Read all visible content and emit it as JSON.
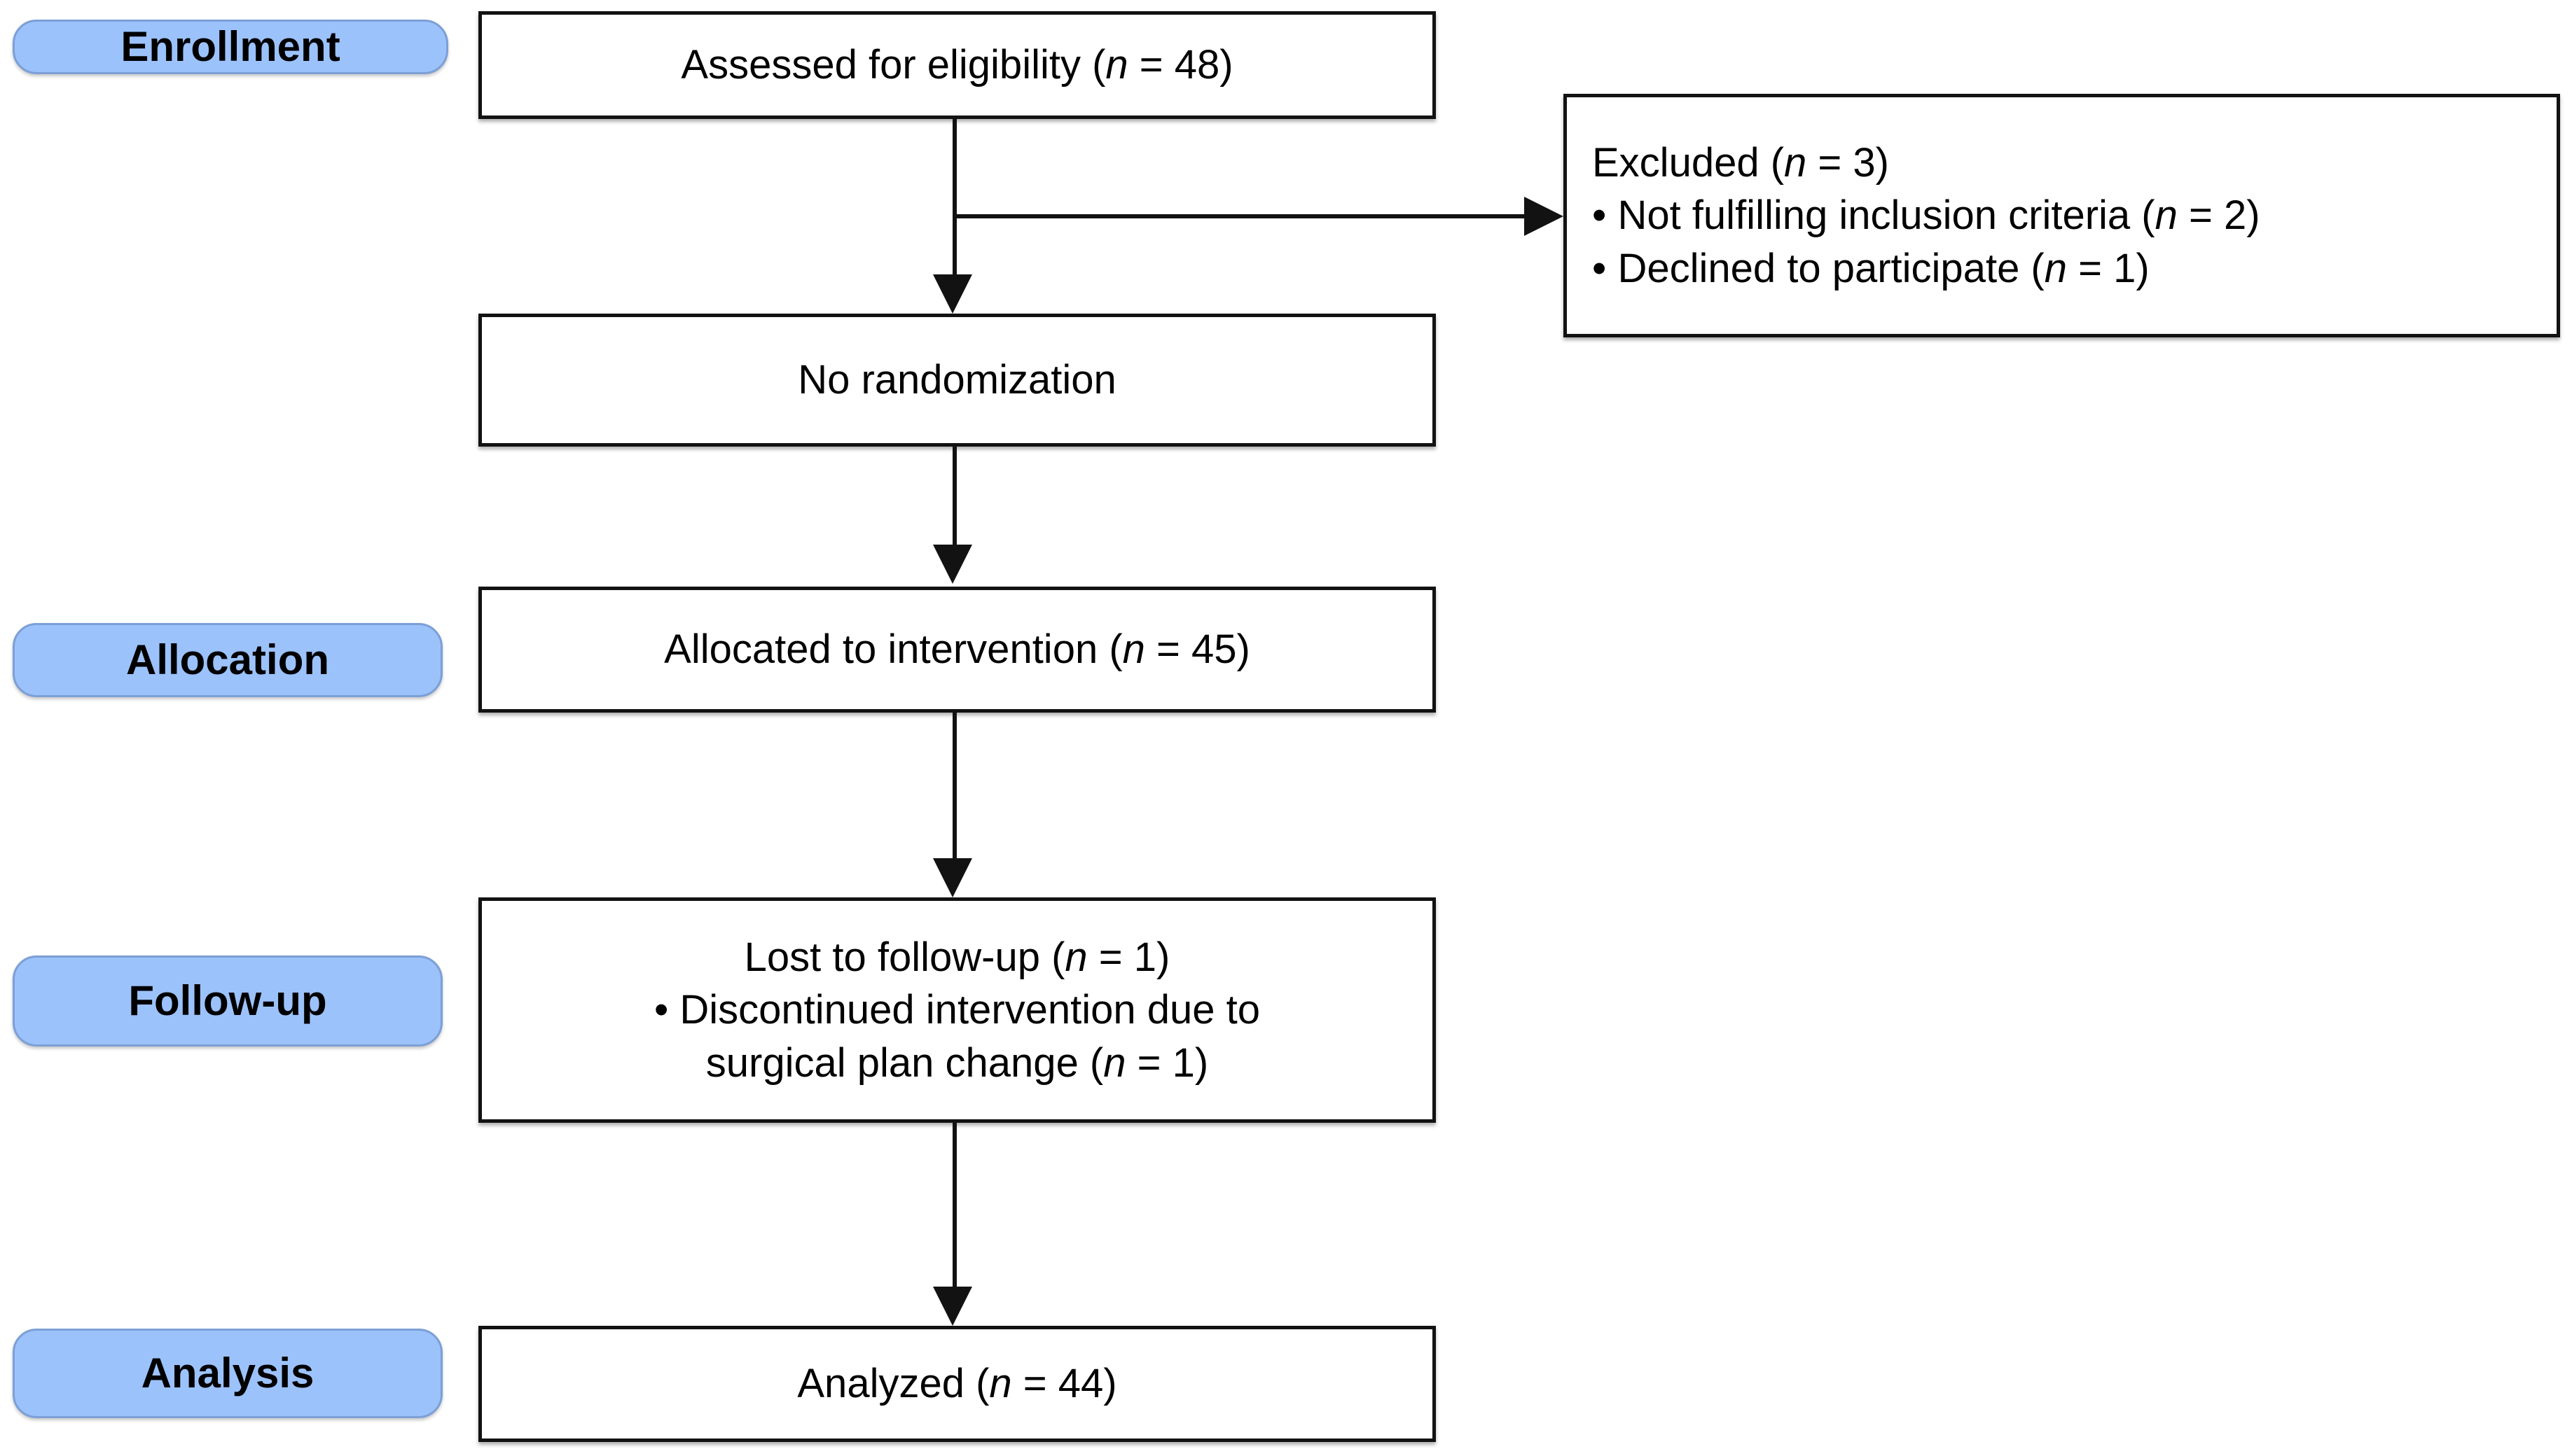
{
  "diagram": {
    "title": "CONSORT participant flow diagram",
    "type": "flowchart",
    "colors": {
      "pill_fill": "#9CC2FC",
      "pill_border": "#7C9FD6",
      "box_border": "#121212",
      "box_fill": "#FFFFFF",
      "text": "#000000",
      "connector": "#121212"
    }
  },
  "stages": [
    {
      "id": "enrollment",
      "label": "Enrollment"
    },
    {
      "id": "allocation",
      "label": "Allocation"
    },
    {
      "id": "followup",
      "label": "Follow-up"
    },
    {
      "id": "analysis",
      "label": "Analysis"
    }
  ],
  "boxes": {
    "assessed": {
      "id": "assessed-for-eligibility",
      "line1_pre": "Assessed for eligibility (",
      "line1_n": "n",
      "line1_post": " = 48)",
      "n_value": 48
    },
    "excluded": {
      "id": "excluded",
      "heading_pre": "Excluded (",
      "heading_n": "n",
      "heading_post": " = 3)",
      "n_value": 3,
      "items": [
        {
          "bullet": "•",
          "text_pre": "Not fulfilling inclusion criteria (",
          "text_n": "n",
          "text_post": " = 2)",
          "n_value": 2
        },
        {
          "bullet": "•",
          "text_pre": "Declined to participate (",
          "text_n": "n",
          "text_post": " = 1)",
          "n_value": 1
        }
      ]
    },
    "no_randomization": {
      "id": "no-randomization",
      "line1": "No randomization"
    },
    "allocated": {
      "id": "allocated-to-intervention",
      "line1_pre": "Allocated to intervention (",
      "line1_n": "n",
      "line1_post": " = 45)",
      "n_value": 45
    },
    "lost_followup": {
      "id": "lost-to-follow-up",
      "line1_pre": "Lost to follow-up (",
      "line1_n": "n",
      "line1_post": " = 1)",
      "n_value": 1,
      "line2_pre": "• Discontinued intervention due to",
      "line3_pre": "surgical plan change (",
      "line3_n": "n",
      "line3_post": " = 1)",
      "line3_n_value": 1
    },
    "analyzed": {
      "id": "analyzed",
      "line1_pre": "Analyzed (",
      "line1_n": "n",
      "line1_post": " = 44)",
      "n_value": 44
    }
  },
  "flow_data": {
    "assessed_for_eligibility": 48,
    "excluded_total": 3,
    "excluded_not_fulfilling_inclusion_criteria": 2,
    "excluded_declined_to_participate": 1,
    "randomized": false,
    "allocated_to_intervention": 45,
    "lost_to_follow_up": 1,
    "discontinued_surgical_plan_change": 1,
    "analyzed": 44
  }
}
